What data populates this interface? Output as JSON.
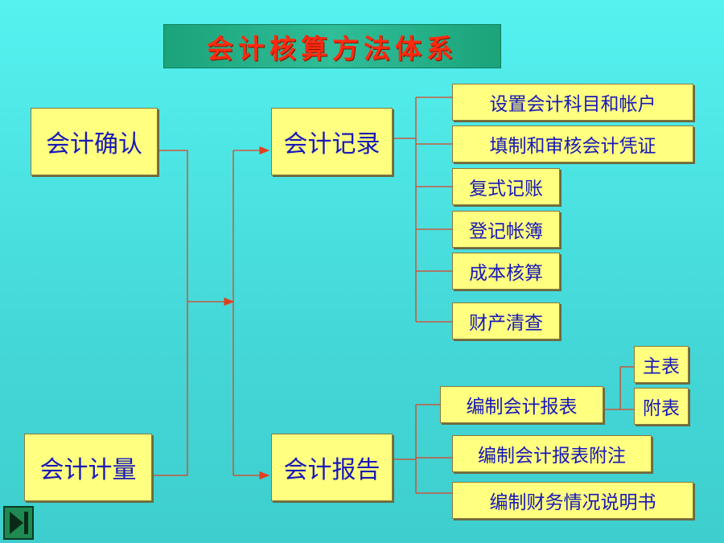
{
  "title": "会计核算方法体系",
  "left_nodes": {
    "recognition": "会计确认",
    "measurement": "会计计量"
  },
  "middle_nodes": {
    "recording": "会计记录",
    "reporting": "会计报告"
  },
  "recording_methods": [
    "设置会计科目和帐户",
    "填制和审核会计凭证",
    "复式记账",
    "登记帐簿",
    "成本核算",
    "财产清查"
  ],
  "reporting_methods": {
    "prepare_statements": "编制会计报表",
    "statement_types": [
      "主表",
      "附表"
    ],
    "notes": "编制会计报表附注",
    "explanation": "编制财务情况说明书"
  },
  "colors": {
    "background": "#55F2F0",
    "box_fill": "#FFFF80",
    "box_text": "#1818B8",
    "connector": "#E04020",
    "title_bg": "#1BA37A",
    "title_text": "#FF2A10"
  },
  "nav_icon": "end-slide-icon"
}
